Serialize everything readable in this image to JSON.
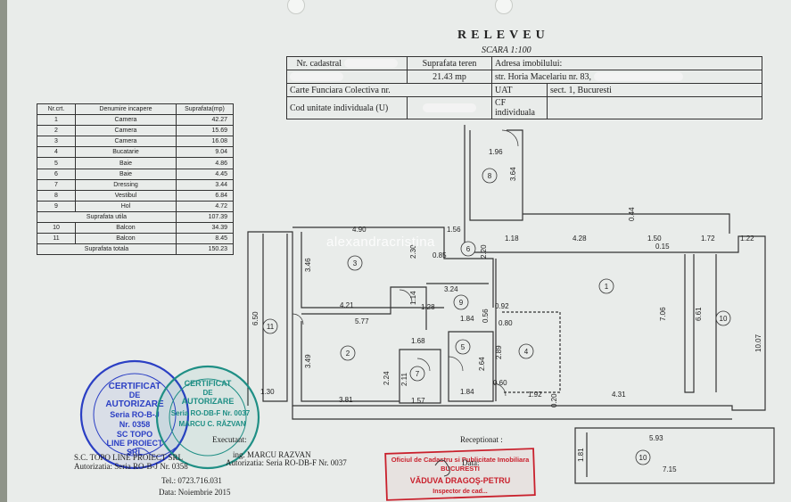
{
  "header": {
    "title": "RELEVEU",
    "scale": "SCARA 1:100"
  },
  "info": {
    "nr_cadastral_label": "Nr. cadastral",
    "suprafata_teren_label": "Suprafata teren",
    "suprafata_teren_value": "21.43 mp",
    "adresa_label": "Adresa imobilului:",
    "adresa_value": "str. Horia Macelariu nr. 83,",
    "cf_colectiva_label": "Carte Funciara Colectiva nr.",
    "uat_label": "UAT",
    "uat_value": "sect. 1, Bucuresti",
    "cod_unitate_label": "Cod unitate individuala (U)",
    "cf_individuala_label": "CF individuala"
  },
  "rooms_table": {
    "headers": [
      "Nr.crt.",
      "Denumire incapere",
      "Suprafata(mp)"
    ],
    "rows": [
      {
        "nr": "1",
        "name": "Camera",
        "area": "42.27"
      },
      {
        "nr": "2",
        "name": "Camera",
        "area": "15.69"
      },
      {
        "nr": "3",
        "name": "Camera",
        "area": "16.08"
      },
      {
        "nr": "4",
        "name": "Bucatarie",
        "area": "9.04"
      },
      {
        "nr": "5",
        "name": "Baie",
        "area": "4.86"
      },
      {
        "nr": "6",
        "name": "Baie",
        "area": "4.45"
      },
      {
        "nr": "7",
        "name": "Dressing",
        "area": "3.44"
      },
      {
        "nr": "8",
        "name": "Vestibul",
        "area": "6.84"
      },
      {
        "nr": "9",
        "name": "Hol",
        "area": "4.72"
      }
    ],
    "util_label": "Suprafata utila",
    "util_value": "107.39",
    "balcony_rows": [
      {
        "nr": "10",
        "name": "Balcon",
        "area": "34.39"
      },
      {
        "nr": "11",
        "name": "Balcon",
        "area": "8.45"
      }
    ],
    "total_label": "Suprafata totala",
    "total_value": "150.23"
  },
  "plan": {
    "room_numbers": [
      "1",
      "2",
      "3",
      "4",
      "5",
      "6",
      "7",
      "8",
      "9",
      "10",
      "10",
      "11"
    ],
    "dims": {
      "d196": "1.96",
      "d364": "3.64",
      "d044": "0.44",
      "d490": "4.90",
      "d156": "1.56",
      "d346": "3.46",
      "d230": "2.30",
      "d085": "0.85",
      "d220": "2.20",
      "d118": "1.18",
      "d428": "4.28",
      "d150": "1.50",
      "d015": "0.15",
      "d172": "1.72",
      "d122": "1.22",
      "d421": "4.21",
      "d114": "1.14",
      "d324": "3.24",
      "d128": "1.28",
      "d092": "0.92",
      "d184a": "1.84",
      "d056": "0.56",
      "d080": "0.80",
      "d577": "5.77",
      "d650": "6.50",
      "d706": "7.06",
      "d661": "6.61",
      "d1007": "10.07",
      "d168": "1.68",
      "d349": "3.49",
      "d224": "2.24",
      "d211": "2.11",
      "d264": "2.64",
      "d289": "2.89",
      "d060": "0.60",
      "d130": "1.30",
      "d381": "3.81",
      "d157": "1.57",
      "d184b": "1.84",
      "d192": "1.92",
      "d020": "0.20",
      "d431": "4.31",
      "d593": "5.93",
      "d181": "1.81",
      "d715": "7.15"
    }
  },
  "watermark": "alexandracristina",
  "stamp_blue": {
    "line1": "CERTIFICAT",
    "line2": "DE",
    "line3": "AUTORIZARE",
    "line4": "Seria RO-B-J",
    "line5": "Nr. 0358",
    "line6": "SC TOPO",
    "line7": "LINE PROIECT",
    "line8": "SRL"
  },
  "stamp_teal": {
    "line1": "CERTIFICAT",
    "line2": "DE",
    "line3": "AUTORIZARE",
    "line4": "Seria RO-DB-F Nr. 0037",
    "line5": "MARCU C. RĂZVAN"
  },
  "stamp_red": {
    "line1": "Oficiul de Cadastru si Publicitate Imobiliara",
    "line2": "BUCURESTI",
    "line3": "VĂDUVA DRAGOŞ-PETRU",
    "line4": "Inspector de cad..."
  },
  "footer": {
    "executant": "Executant:",
    "company": "S.C. TOPO LINE PROIECT SRL",
    "eng": "ing. MARCU RAZVAN",
    "autorizatia_left": "Autorizatia: Seria RO-B-J Nr. 0358",
    "autorizatia_right": "Autorizatia: Seria RO-DB-F Nr. 0037",
    "receptionat": "Receptionat :",
    "data_label": "Data:",
    "tel": "Tel.: 0723.716.031",
    "data": "Data: Noiembrie 2015"
  }
}
